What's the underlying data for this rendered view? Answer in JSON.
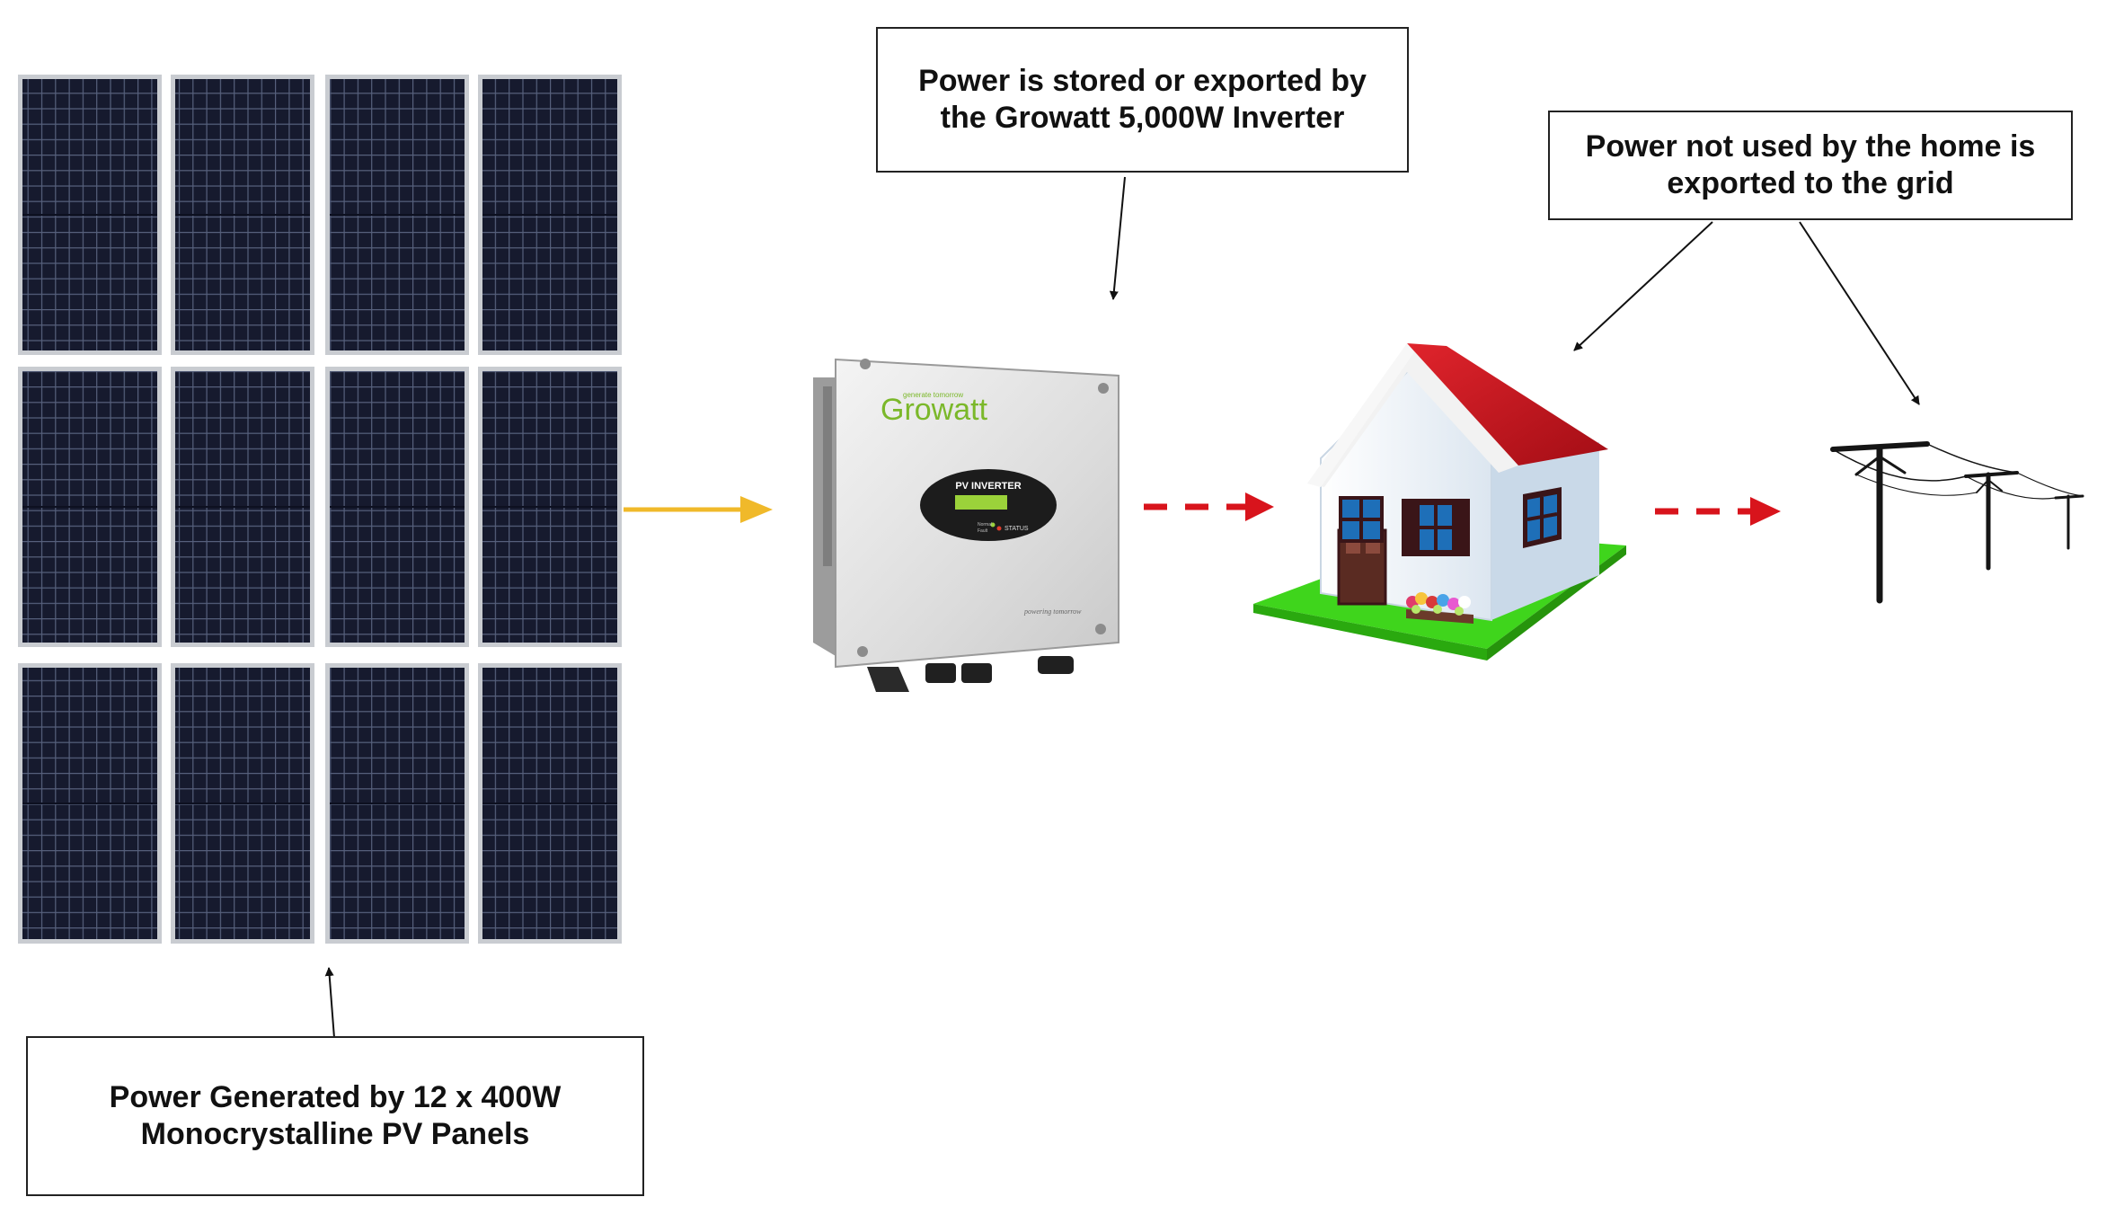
{
  "callouts": {
    "panels": {
      "line1": "Power Generated by 12 x 400W",
      "line2": "Monocrystalline PV Panels"
    },
    "inverter": {
      "line1": "Power is stored or exported by",
      "line2": "the Growatt 5,000W Inverter"
    },
    "grid": {
      "line1": "Power not used by the home is",
      "line2": "exported to the grid"
    }
  },
  "inverter_device": {
    "brand": "Growatt",
    "brand_tagline": "generate tomorrow",
    "display_title": "PV INVERTER",
    "status_label": "STATUS",
    "indicator_normal": "Normal",
    "indicator_fault": "Fault",
    "slogan": "powering tomorrow"
  },
  "colors": {
    "panel_frame": "#c9ccd1",
    "panel_cell": "#161a2e",
    "panel_grid": "#5f6a87",
    "flow_arrow_solar": "#f0b92a",
    "flow_arrow_export": "#d8141c",
    "roof": "#c3141e",
    "lawn": "#3fd51c",
    "house_wall": "#eef3f8",
    "window_frame": "#3a1518",
    "inverter_body": "#dcdcdc",
    "growatt_green": "#7bb82a",
    "display_green": "#9bd23a"
  }
}
